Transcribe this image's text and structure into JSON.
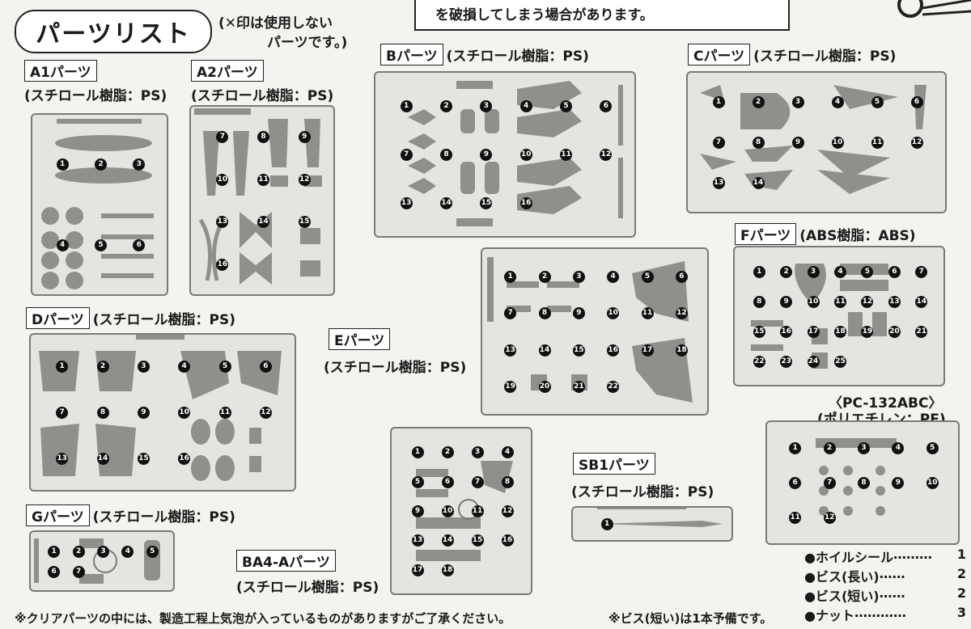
{
  "header": {
    "title": "パーツリスト",
    "note_line1": "(✕印は使用しない",
    "note_line2": "パーツです。)",
    "warning": "を破損してしまう場合があります。"
  },
  "material_ps": "(スチロール樹脂：PS)",
  "parts": [
    {
      "id": "a1",
      "label": "A1パーツ",
      "material": "(スチロール樹脂：PS)",
      "numbers": [
        "1",
        "2",
        "3",
        "4",
        "5",
        "6"
      ]
    },
    {
      "id": "a2",
      "label": "A2パーツ",
      "material": "(スチロール樹脂：PS)",
      "numbers": [
        "7",
        "8",
        "9",
        "10",
        "11",
        "12",
        "13",
        "14",
        "15",
        "16"
      ]
    },
    {
      "id": "b",
      "label": "Bパーツ",
      "material": "(スチロール樹脂：PS)",
      "numbers": [
        "1",
        "2",
        "3",
        "4",
        "5",
        "6",
        "7",
        "8",
        "9",
        "10",
        "11",
        "12",
        "13",
        "14",
        "15",
        "16"
      ]
    },
    {
      "id": "c",
      "label": "Cパーツ",
      "material": "(スチロール樹脂：PS)",
      "numbers": [
        "1",
        "2",
        "3",
        "4",
        "5",
        "6",
        "7",
        "8",
        "9",
        "10",
        "11",
        "12",
        "13",
        "14"
      ]
    },
    {
      "id": "d",
      "label": "Dパーツ",
      "material": "(スチロール樹脂：PS)",
      "numbers": [
        "1",
        "2",
        "3",
        "4",
        "5",
        "6",
        "7",
        "8",
        "9",
        "10",
        "11",
        "12",
        "13",
        "14",
        "15",
        "16"
      ]
    },
    {
      "id": "e",
      "label": "Eパーツ",
      "material": "(スチロール樹脂：PS)",
      "numbers": [
        "1",
        "2",
        "3",
        "4",
        "5",
        "6",
        "7",
        "8",
        "9",
        "10",
        "11",
        "12",
        "13",
        "14",
        "15",
        "16",
        "17",
        "18",
        "19",
        "20",
        "21",
        "22"
      ]
    },
    {
      "id": "f",
      "label": "Fパーツ",
      "material": "(ABS樹脂：ABS)",
      "numbers": [
        "1",
        "2",
        "3",
        "4",
        "5",
        "6",
        "7",
        "8",
        "9",
        "10",
        "11",
        "12",
        "13",
        "14",
        "15",
        "16",
        "17",
        "18",
        "19",
        "20",
        "21",
        "22",
        "23",
        "24",
        "25"
      ]
    },
    {
      "id": "g",
      "label": "Gパーツ",
      "material": "(スチロール樹脂：PS)",
      "numbers": [
        "1",
        "2",
        "3",
        "4",
        "5",
        "6",
        "7"
      ]
    },
    {
      "id": "ba4a",
      "label": "BA4-Aパーツ",
      "material": "(スチロール樹脂：PS)",
      "numbers": [
        "1",
        "2",
        "3",
        "4",
        "5",
        "6",
        "7",
        "8",
        "9",
        "10",
        "11",
        "12",
        "13",
        "14",
        "15",
        "16",
        "17",
        "18"
      ]
    },
    {
      "id": "sb1",
      "label": "SB1パーツ",
      "material": "(スチロール樹脂：PS)",
      "numbers": [
        "1"
      ]
    },
    {
      "id": "pc",
      "label": "〈PC-132ABC〉",
      "material": "(ポリエチレン：PE)",
      "numbers": [
        "1",
        "2",
        "3",
        "4",
        "5",
        "6",
        "7",
        "8",
        "9",
        "10",
        "11",
        "12"
      ]
    }
  ],
  "accessories": [
    {
      "name": "●ホイルシール",
      "dots": "………",
      "qty": "1"
    },
    {
      "name": "●ビス(長い)",
      "dots": "……",
      "qty": "2"
    },
    {
      "name": "●ビス(短い)",
      "dots": "……",
      "qty": "2"
    },
    {
      "name": "●ナット",
      "dots": "…………",
      "qty": "3"
    }
  ],
  "footer": {
    "clear_note": "※クリアパーツの中には、製造工程上気泡が入っているものがありますがご了承ください。",
    "screw_note": "※ビス(短い)は1本予備です。"
  },
  "colors": {
    "sprue": "#7a7a7a",
    "part": "#8f8f8b",
    "paper": "#f4f3ef"
  }
}
